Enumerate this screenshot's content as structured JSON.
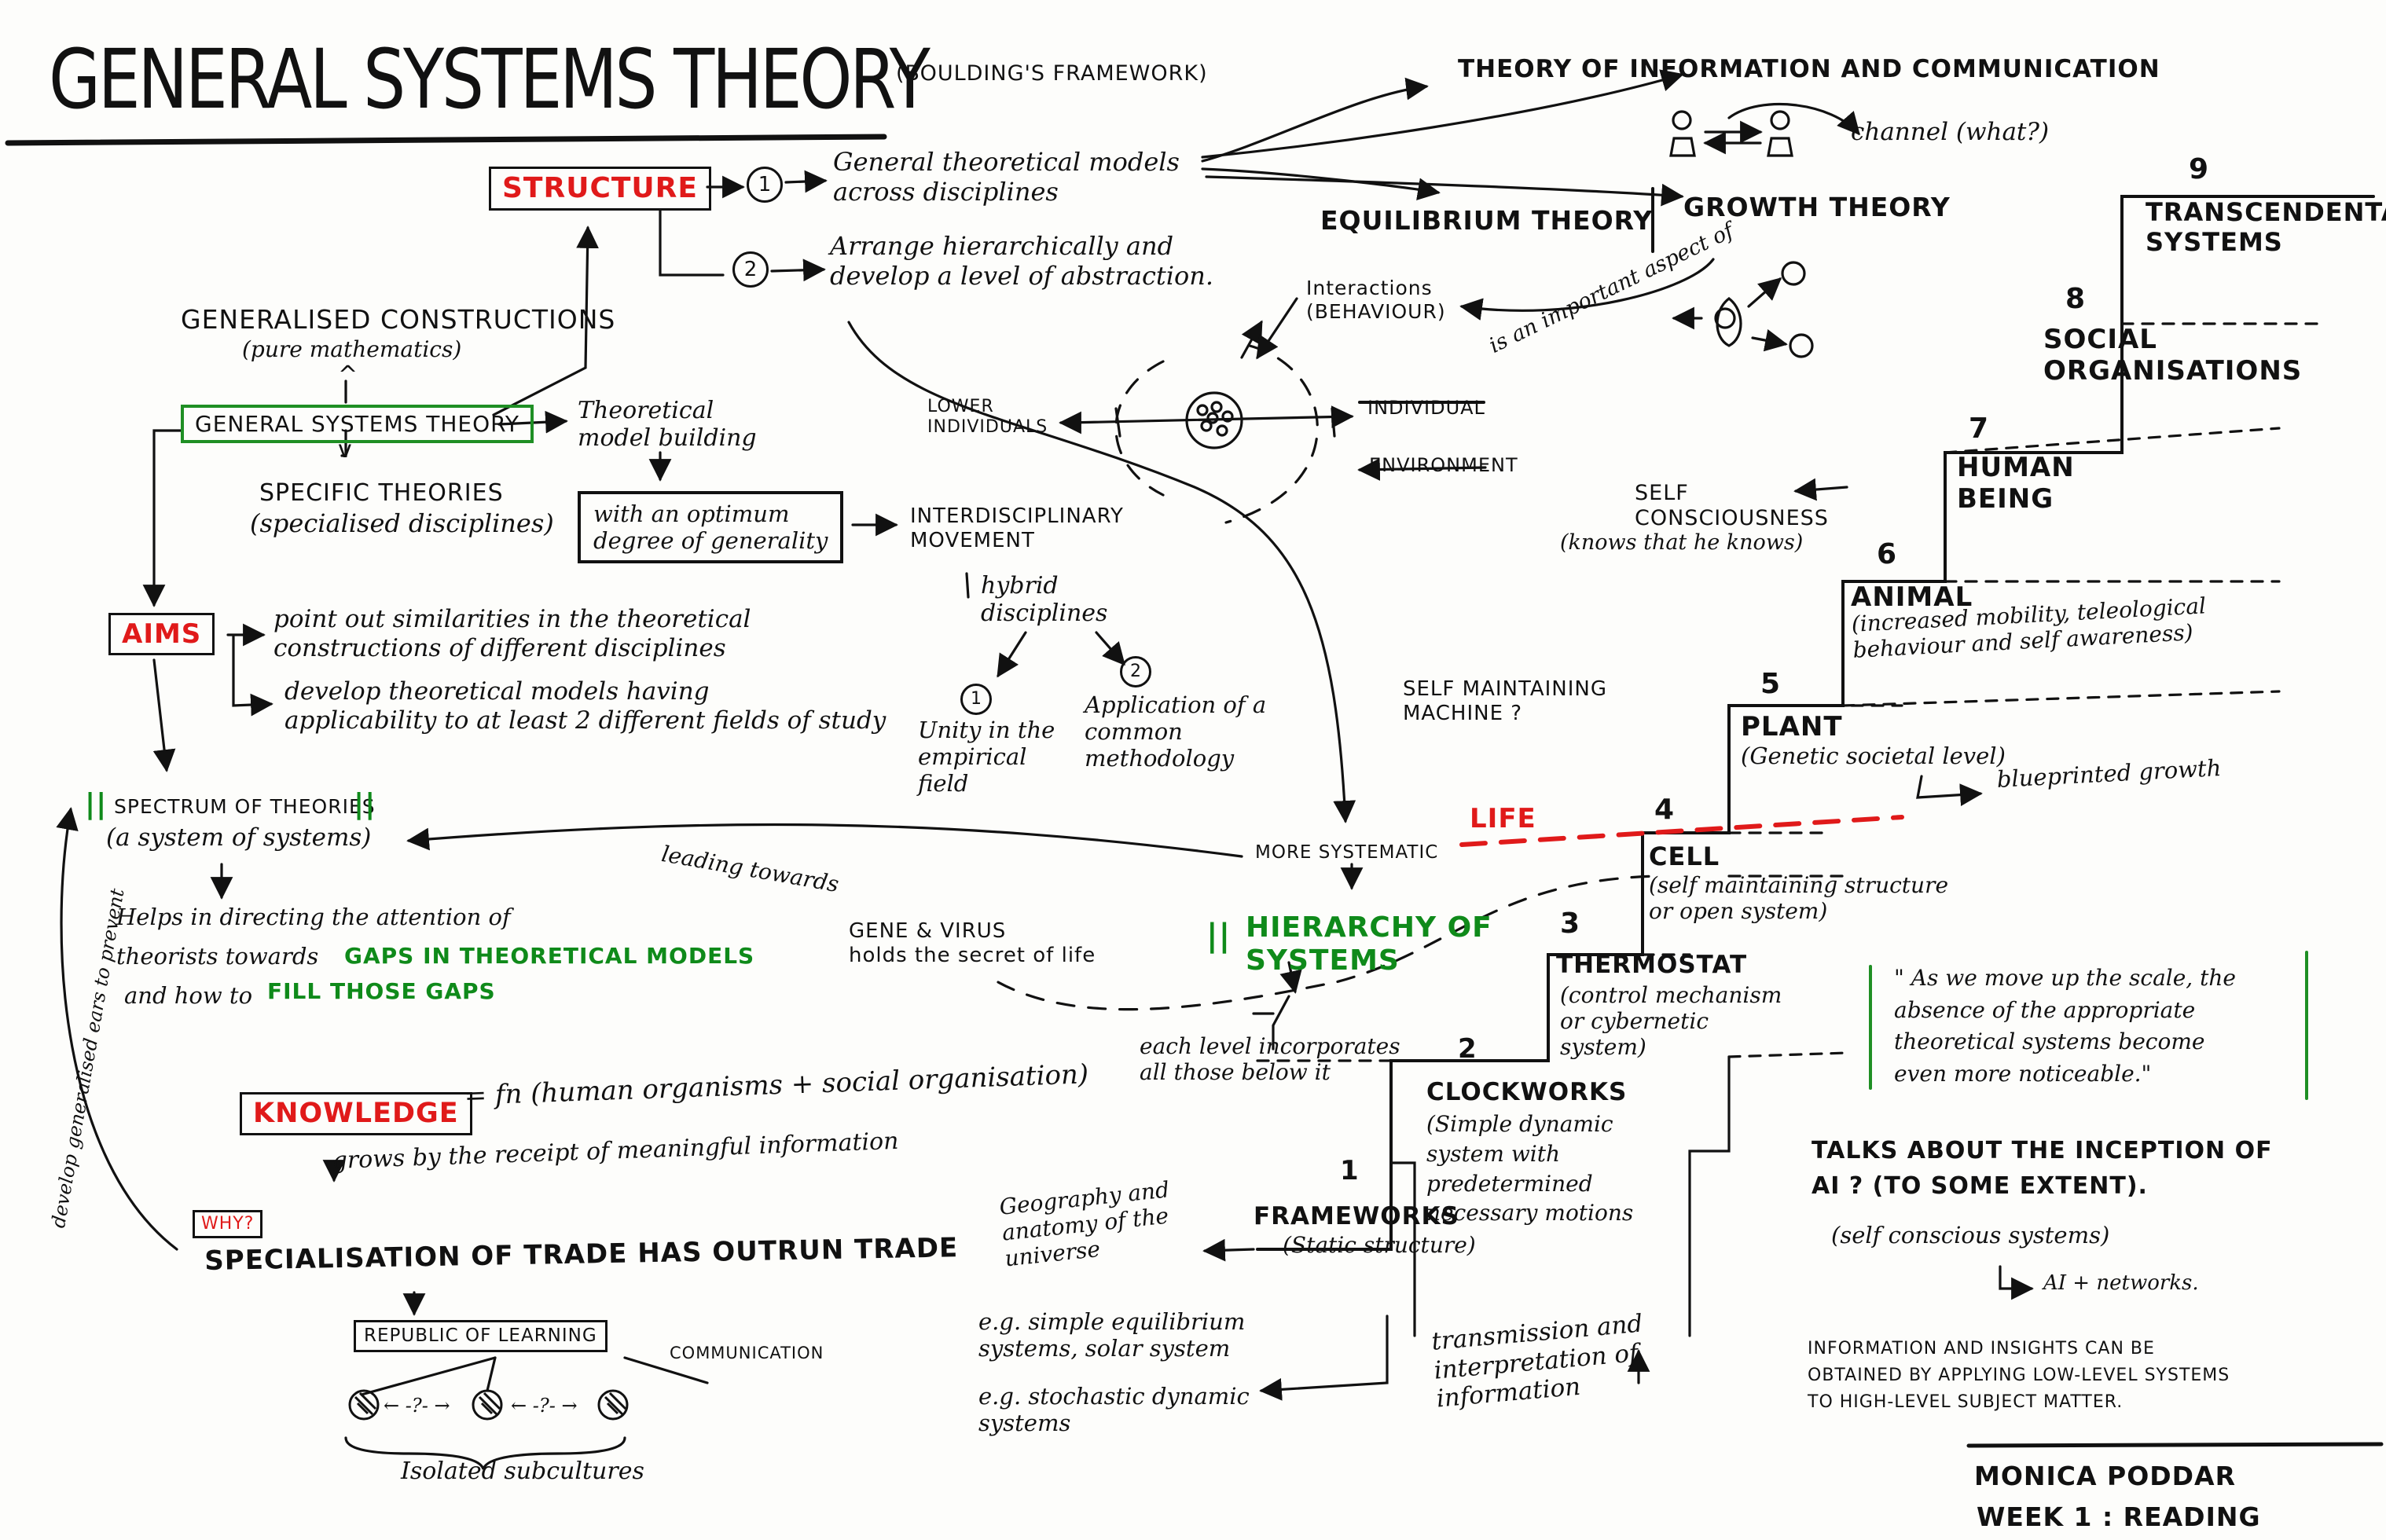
{
  "title": "GENERAL SYSTEMS THEORY",
  "subtitle": "(BOULDING'S FRAMEWORK)",
  "colors": {
    "ink": "#111111",
    "red": "#e01a1a",
    "green": "#1f8f24"
  },
  "left": {
    "structure": "STRUCTURE",
    "structure_1_num": "1",
    "structure_1": "General theoretical models\nacross disciplines",
    "structure_2_num": "2",
    "structure_2": "Arrange hierarchically and\ndevelop a level of abstraction.",
    "generalised": "GENERALISED CONSTRUCTIONS",
    "generalised_sub": "(pure mathematics)",
    "gst_box": "GENERAL SYSTEMS THEORY",
    "specific": "SPECIFIC THEORIES",
    "specific_sub": "(specialised disciplines)",
    "model_building": "Theoretical\nmodel building",
    "optimum": "with an optimum\ndegree of generality",
    "interdisciplinary": "INTERDISCIPLINARY\nMOVEMENT",
    "hybrid": "hybrid\ndisciplines",
    "hybrid_1_num": "1",
    "hybrid_1": "Unity in the\nempirical\nfield",
    "hybrid_2_num": "2",
    "hybrid_2": "Application of a\ncommon\nmethodology",
    "aims": "AIMS",
    "aims_1": "point out similarities in the theoretical\nconstructions of different disciplines",
    "aims_2": "develop theoretical models having\napplicability to at least 2 different fields of study",
    "spectrum": "SPECTRUM OF THEORIES",
    "spectrum_sub": "(a system of systems)",
    "leading": "leading towards",
    "helps_1": "Helps in directing the attention of",
    "helps_2": "theorists towards",
    "helps_gaps": "GAPS IN THEORETICAL MODELS",
    "helps_3": "and how to",
    "helps_fill": "FILL THOSE GAPS",
    "knowledge": "KNOWLEDGE",
    "knowledge_fn": "= fn (human organisms + social organisation)",
    "knowledge_grows": "grows by the receipt of meaningful information",
    "why": "WHY?",
    "specialisation": "SPECIALISATION OF TRADE HAS OUTRUN TRADE",
    "republic": "REPUBLIC OF LEARNING",
    "communication": "COMMUNICATION",
    "dash_q_1": "← -?- →",
    "dash_q_2": "← -?- →",
    "isolated": "Isolated subcultures",
    "side_note": "develop generalised ears to prevent"
  },
  "top": {
    "info_theory": "THEORY OF INFORMATION AND COMMUNICATION",
    "channel": "channel (what?)",
    "equilibrium": "EQUILIBRIUM THEORY",
    "growth": "GROWTH THEORY",
    "interactions": "Interactions\n(BEHAVIOUR)",
    "important_aspect": "is an important aspect of",
    "lower_individuals": "LOWER\nINDIVIDUALS",
    "individual": "INDIVIDUAL",
    "environment": "ENVIRONMENT"
  },
  "middle": {
    "self_maintaining": "SELF MAINTAINING\nMACHINE ?",
    "more_systematic": "MORE SYSTEMATIC",
    "life": "LIFE",
    "gene_virus": "GENE & VIRUS\nholds the secret of life",
    "hierarchy": "HIERARCHY OF\nSYSTEMS",
    "each_level": "each level incorporates\nall those below it"
  },
  "levels": [
    {
      "num": "1",
      "name": "FRAMEWORKS",
      "desc": "(Static structure)"
    },
    {
      "num": "2",
      "name": "CLOCKWORKS",
      "desc": "(Simple dynamic\nsystem with\npredetermined\nnecessary motions"
    },
    {
      "num": "3",
      "name": "THERMOSTAT",
      "desc": "(control mechanism\nor cybernetic\nsystem)"
    },
    {
      "num": "4",
      "name": "CELL",
      "desc": "(self maintaining structure\nor open system)"
    },
    {
      "num": "5",
      "name": "PLANT",
      "desc": "(Genetic societal level)"
    },
    {
      "num": "6",
      "name": "ANIMAL",
      "desc": "(increased mobility, teleological\nbehaviour and self awareness)"
    },
    {
      "num": "7",
      "name": "HUMAN\nBEING",
      "desc": ""
    },
    {
      "num": "8",
      "name": "SOCIAL\nORGANISATIONS",
      "desc": ""
    },
    {
      "num": "9",
      "name": "TRANSCENDENTAL\nSYSTEMS",
      "desc": ""
    }
  ],
  "level_notes": {
    "geography": "Geography and\nanatomy of the\nuniverse",
    "simple_eq": "e.g. simple equilibrium\nsystems, solar system",
    "stochastic": "e.g. stochastic dynamic\nsystems",
    "transmission": "transmission and\ninterpretation of\ninformation",
    "blueprinted": "blueprinted growth",
    "self_consciousness": "SELF\nCONSCIOUSNESS",
    "knows": "(knows that he knows)"
  },
  "right": {
    "quote": "\" As we move up the scale, the\nabsence of the appropriate\ntheoretical systems become\neven more noticeable.\"",
    "inception": "TALKS ABOUT THE INCEPTION OF\nAI ? (TO SOME EXTENT).",
    "self_conscious": "(self conscious systems)",
    "ai_networks": "AI + networks.",
    "insights": "INFORMATION AND INSIGHTS CAN BE\nOBTAINED BY APPLYING LOW-LEVEL SYSTEMS\nTO HIGH-LEVEL SUBJECT MATTER.",
    "author": "MONICA PODDAR",
    "week": "WEEK 1 : READING"
  }
}
